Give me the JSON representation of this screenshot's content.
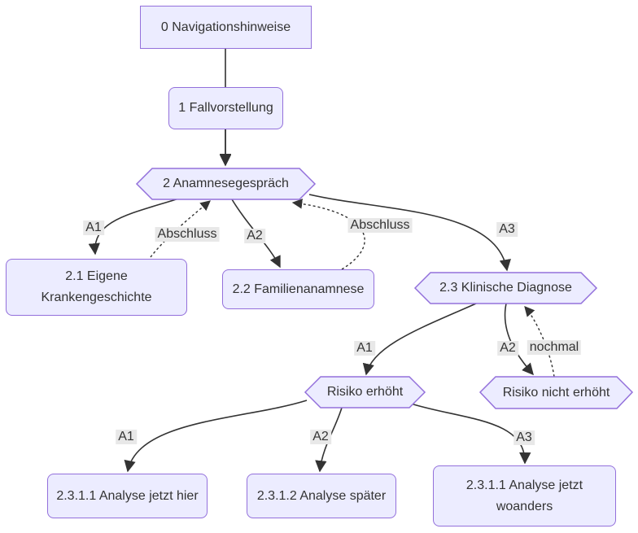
{
  "diagram_type": "flowchart",
  "colors": {
    "node_fill": "#ECECFF",
    "node_border": "#9370DB",
    "edge_line": "#333333",
    "edge_label_bg": "#e8e8e8",
    "text": "#333333",
    "background": "#ffffff"
  },
  "nodes": {
    "navigationshinweise": {
      "label": "0 Navigationshinweise",
      "shape": "rect"
    },
    "fallvorstellung": {
      "label": "1 Fallvorstellung",
      "shape": "rounded-rect"
    },
    "anamnesegespraech": {
      "label": "2 Anamnesegespräch",
      "shape": "hexagon"
    },
    "eigene_krankengeschichte": {
      "label": "2.1 Eigene Krankengeschichte",
      "shape": "rounded-rect"
    },
    "familienanamnese": {
      "label": "2.2 Familienanamnese",
      "shape": "rounded-rect"
    },
    "klinische_diagnose": {
      "label": "2.3 Klinische Diagnose",
      "shape": "hexagon"
    },
    "risiko_erhoeht": {
      "label": "Risiko erhöht",
      "shape": "hexagon"
    },
    "risiko_nicht_erhoeht": {
      "label": "Risiko nicht erhöht",
      "shape": "hexagon"
    },
    "analyse_jetzt_hier": {
      "label": "2.3.1.1 Analyse jetzt hier",
      "shape": "rounded-rect"
    },
    "analyse_spaeter": {
      "label": "2.3.1.2 Analyse später",
      "shape": "rounded-rect"
    },
    "analyse_jetzt_woanders": {
      "label": "2.3.1.1 Analyse jetzt woanders",
      "shape": "rounded-rect"
    }
  },
  "edge_labels": {
    "a1_top": "A1",
    "abschluss_left": "Abschluss",
    "a2_top": "A2",
    "abschluss_right": "Abschluss",
    "a3_top": "A3",
    "a1_mid": "A1",
    "a2_mid": "A2",
    "nochmal": "nochmal",
    "a1_bottom": "A1",
    "a2_bottom": "A2",
    "a3_bottom": "A3"
  }
}
